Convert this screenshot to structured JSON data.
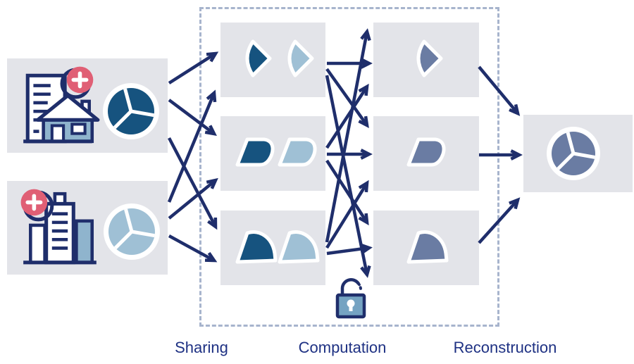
{
  "stages": [
    {
      "id": "sharing",
      "label": "Sharing"
    },
    {
      "id": "computation",
      "label": "Computation"
    },
    {
      "id": "reconstruction",
      "label": "Reconstruction"
    }
  ],
  "colors": {
    "navy": "#1f2e6b",
    "label_text": "#1e3183",
    "dark_blue": "#16537f",
    "light_blue": "#9fc0d5",
    "slate_blue": "#6a7ca3",
    "box_gray": "#e3e4e9",
    "badge_red": "#e05f75",
    "lock_blue": "#75a3c2",
    "house_blue": "#8fb4cd",
    "dash_border": "#a7b4cd",
    "background": "#ffffff"
  },
  "parties": [
    {
      "id": "party-a",
      "icon": "healthcare-building-icon",
      "badge": "medical-plus-badge",
      "data_pie": "dark-blue-pie"
    },
    {
      "id": "party-b",
      "icon": "office-building-icon",
      "badge": "medical-plus-badge",
      "data_pie": "light-blue-pie"
    }
  ],
  "share_rows": [
    {
      "row": 1,
      "inputs": [
        "dark-blue-share",
        "light-blue-share"
      ],
      "output": "slate-share"
    },
    {
      "row": 2,
      "inputs": [
        "dark-blue-share",
        "light-blue-share"
      ],
      "output": "slate-share"
    },
    {
      "row": 3,
      "inputs": [
        "dark-blue-share",
        "light-blue-share"
      ],
      "output": "slate-share"
    }
  ],
  "result": {
    "icon": "slate-blue-pie"
  },
  "lock": {
    "icon": "open-padlock-icon"
  },
  "edges": {
    "sharing": [
      {
        "from": "party-a",
        "to": "share-box-1",
        "pts": [
          240,
          118,
          306,
          76
        ]
      },
      {
        "from": "party-a",
        "to": "share-box-2",
        "pts": [
          240,
          142,
          304,
          190
        ]
      },
      {
        "from": "party-a",
        "to": "share-box-3",
        "pts": [
          240,
          196,
          306,
          322
        ]
      },
      {
        "from": "party-b",
        "to": "share-box-1",
        "pts": [
          240,
          287,
          304,
          132
        ]
      },
      {
        "from": "party-b",
        "to": "share-box-2",
        "pts": [
          240,
          310,
          306,
          256
        ]
      },
      {
        "from": "party-b",
        "to": "share-box-3",
        "pts": [
          240,
          335,
          304,
          370
        ]
      }
    ],
    "computation": [
      {
        "from": "share-box-1",
        "to": "result-box-1",
        "pts": [
          464,
          90,
          524,
          90
        ]
      },
      {
        "from": "share-box-1",
        "to": "result-box-2",
        "pts": [
          464,
          98,
          521,
          178
        ]
      },
      {
        "from": "share-box-1",
        "to": "result-box-3",
        "pts": [
          464,
          107,
          521,
          390
        ]
      },
      {
        "from": "share-box-2",
        "to": "result-box-1",
        "pts": [
          464,
          210,
          521,
          123
        ]
      },
      {
        "from": "share-box-2",
        "to": "result-box-2",
        "pts": [
          464,
          219,
          524,
          219
        ]
      },
      {
        "from": "share-box-2",
        "to": "result-box-3",
        "pts": [
          464,
          228,
          521,
          316
        ]
      },
      {
        "from": "share-box-3",
        "to": "result-box-1",
        "pts": [
          464,
          344,
          521,
          45
        ]
      },
      {
        "from": "share-box-3",
        "to": "result-box-2",
        "pts": [
          464,
          352,
          521,
          260
        ]
      },
      {
        "from": "share-box-3",
        "to": "result-box-3",
        "pts": [
          464,
          360,
          524,
          352
        ]
      }
    ],
    "reconstruction": [
      {
        "from": "result-box-1",
        "to": "final-box",
        "pts": [
          680,
          95,
          735,
          161
        ]
      },
      {
        "from": "result-box-2",
        "to": "final-box",
        "pts": [
          680,
          220,
          737,
          220
        ]
      },
      {
        "from": "result-box-3",
        "to": "final-box",
        "pts": [
          680,
          345,
          735,
          284
        ]
      }
    ]
  }
}
